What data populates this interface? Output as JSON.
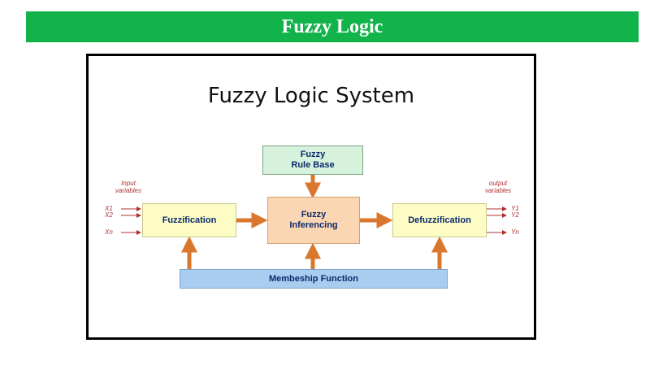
{
  "header": {
    "title": "Fuzzy Logic"
  },
  "diagram": {
    "title": "Fuzzy Logic System",
    "rule_base": {
      "line1": "Fuzzy",
      "line2": "Rule Base"
    },
    "inferencing": {
      "line1": "Fuzzy",
      "line2": "Inferencing"
    },
    "fuzzification": "Fuzzification",
    "defuzzification": "Defuzzification",
    "membership": "Membeship Function",
    "input_label": {
      "line1": "Input",
      "line2": "variables"
    },
    "output_label": {
      "line1": "output",
      "line2": "variables"
    },
    "inputs": [
      "X1",
      "X2",
      "Xn"
    ],
    "outputs": [
      "Y1",
      "Y2",
      "Yn"
    ],
    "colors": {
      "arrow": "#d9772e",
      "io_arrow": "#b03030",
      "banner": "#12b34a"
    }
  }
}
